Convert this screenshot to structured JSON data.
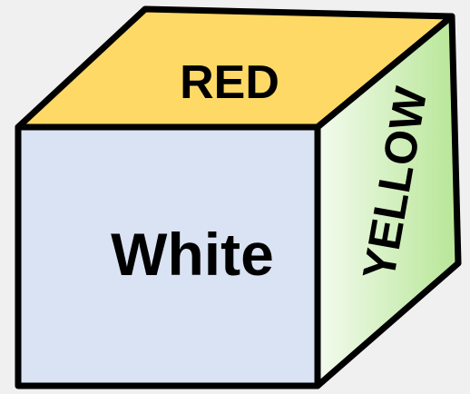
{
  "cube": {
    "front_label": "White",
    "top_label": "RED",
    "side_label": "YELLOW",
    "colors": {
      "background": "#f0f0f0",
      "front_face": "#dae3f3",
      "top_face": "#ffd966",
      "side_gradient_light": "#f3fbee",
      "side_gradient_dark": "#b7e697",
      "outline": "#000000"
    }
  }
}
